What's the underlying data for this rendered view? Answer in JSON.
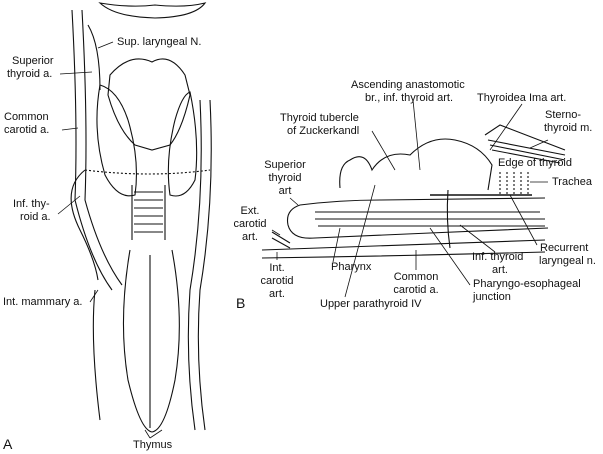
{
  "panels": {
    "a": "A",
    "b": "B"
  },
  "panel_a_labels": {
    "sup_laryngeal": "Sup. laryngeal N.",
    "superior_thyroid_1": "Superior",
    "superior_thyroid_2": "thyroid a.",
    "common_carotid_1": "Common",
    "common_carotid_2": "carotid a.",
    "inf_thyroid_1": "Inf. thy-",
    "inf_thyroid_2": "roid a.",
    "int_mammary": "Int. mammary a.",
    "thymus": "Thymus"
  },
  "panel_b_labels": {
    "ascending_1": "Ascending anastomotic",
    "ascending_2": "br., inf. thyroid art.",
    "tubercle_1": "Thyroid tubercle",
    "tubercle_2": "of Zuckerkandl",
    "ima": "Thyroidea Ima art.",
    "sternothyroid_1": "Sterno-",
    "sternothyroid_2": "thyroid m.",
    "superior_thyroid_1": "Superior",
    "superior_thyroid_2": "thyroid",
    "superior_thyroid_3": "art",
    "edge": "Edge of thyroid",
    "trachea": "Trachea",
    "ext_carotid_1": "Ext.",
    "ext_carotid_2": "carotid",
    "ext_carotid_3": "art.",
    "int_carotid_1": "Int.",
    "int_carotid_2": "carotid",
    "int_carotid_3": "art.",
    "pharynx": "Pharynx",
    "common_carotid_1": "Common",
    "common_carotid_2": "carotid a.",
    "inf_thyroid_1": "Inf. thyroid",
    "inf_thyroid_2": "art.",
    "recurrent_1": "Recurrent",
    "recurrent_2": "laryngeal n.",
    "pharyngo_1": "Pharyngo-esophageal",
    "pharyngo_2": "junction",
    "upper_parathyroid": "Upper parathyroid IV"
  }
}
